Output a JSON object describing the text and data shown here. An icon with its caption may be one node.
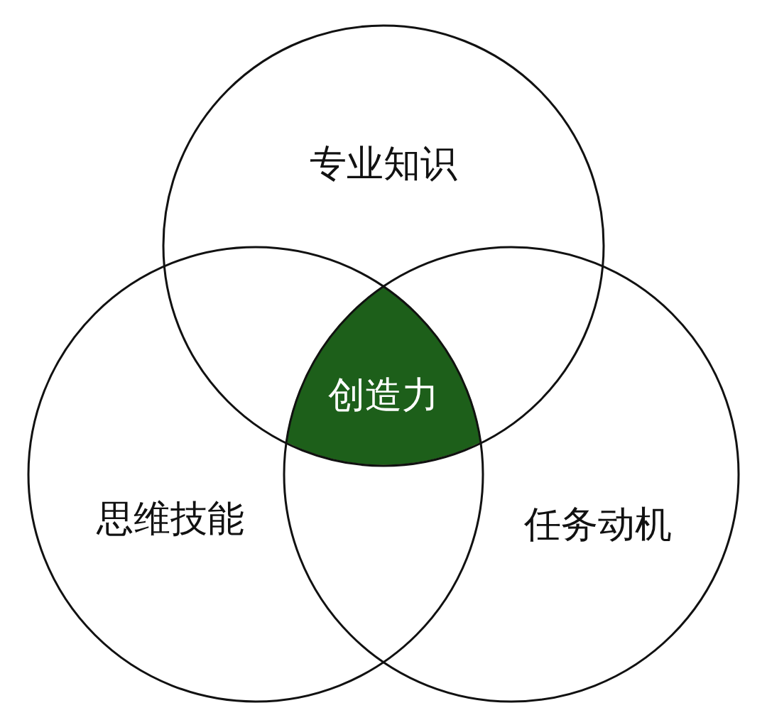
{
  "diagram": {
    "nodes": [
      {
        "text": [
          "专业知识"
        ]
      },
      {
        "text": [
          "创造力"
        ]
      },
      {
        "text": [
          "思维技能"
        ]
      },
      {
        "text": [
          "任务动机"
        ]
      }
    ]
  }
}
